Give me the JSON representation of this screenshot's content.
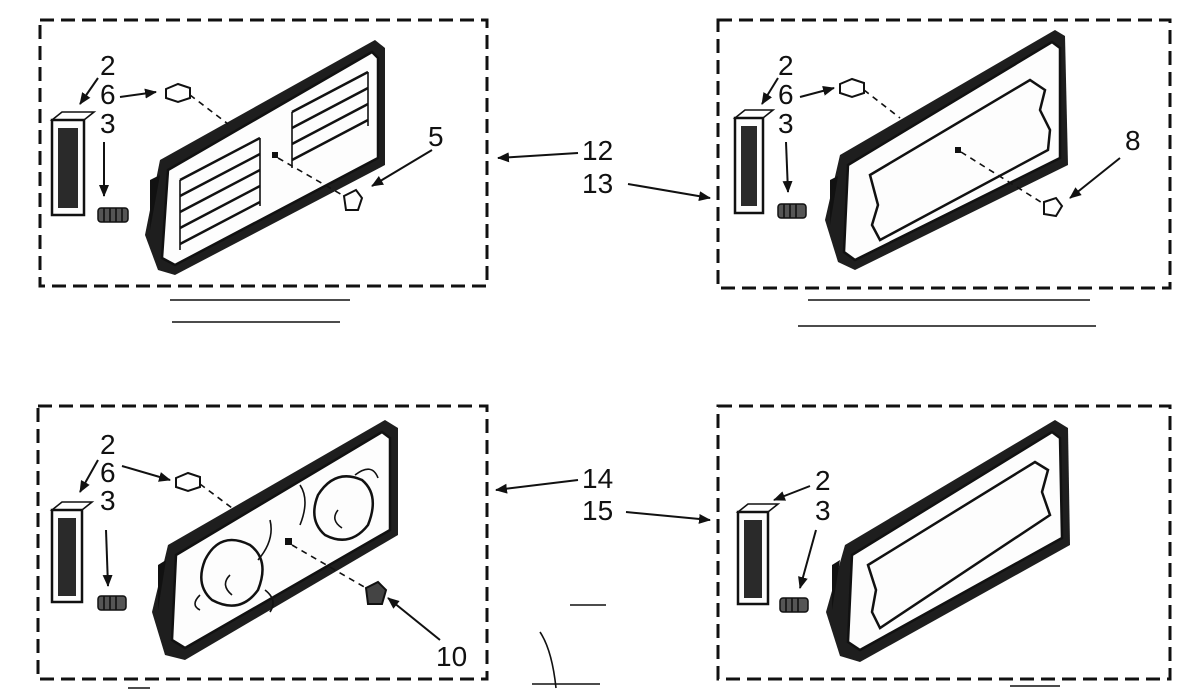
{
  "diagram": {
    "kits": [
      {
        "id": "grille-louvered",
        "callouts": {
          "end_cap": "2",
          "plug": "6",
          "screw": "3",
          "fastener": "5"
        },
        "kit_labels": [
          "12"
        ]
      },
      {
        "id": "grille-framed",
        "callouts": {
          "end_cap": "2",
          "plug": "6",
          "screw": "3",
          "fastener": "8"
        },
        "kit_labels": [
          "13"
        ]
      },
      {
        "id": "grille-ornamental",
        "callouts": {
          "end_cap": "2",
          "plug": "6",
          "screw": "3",
          "fastener": "10"
        },
        "kit_labels": [
          "14"
        ]
      },
      {
        "id": "grille-plain",
        "callouts": {
          "end_cap": "2",
          "screw": "3"
        },
        "kit_labels": [
          "15"
        ]
      }
    ]
  }
}
